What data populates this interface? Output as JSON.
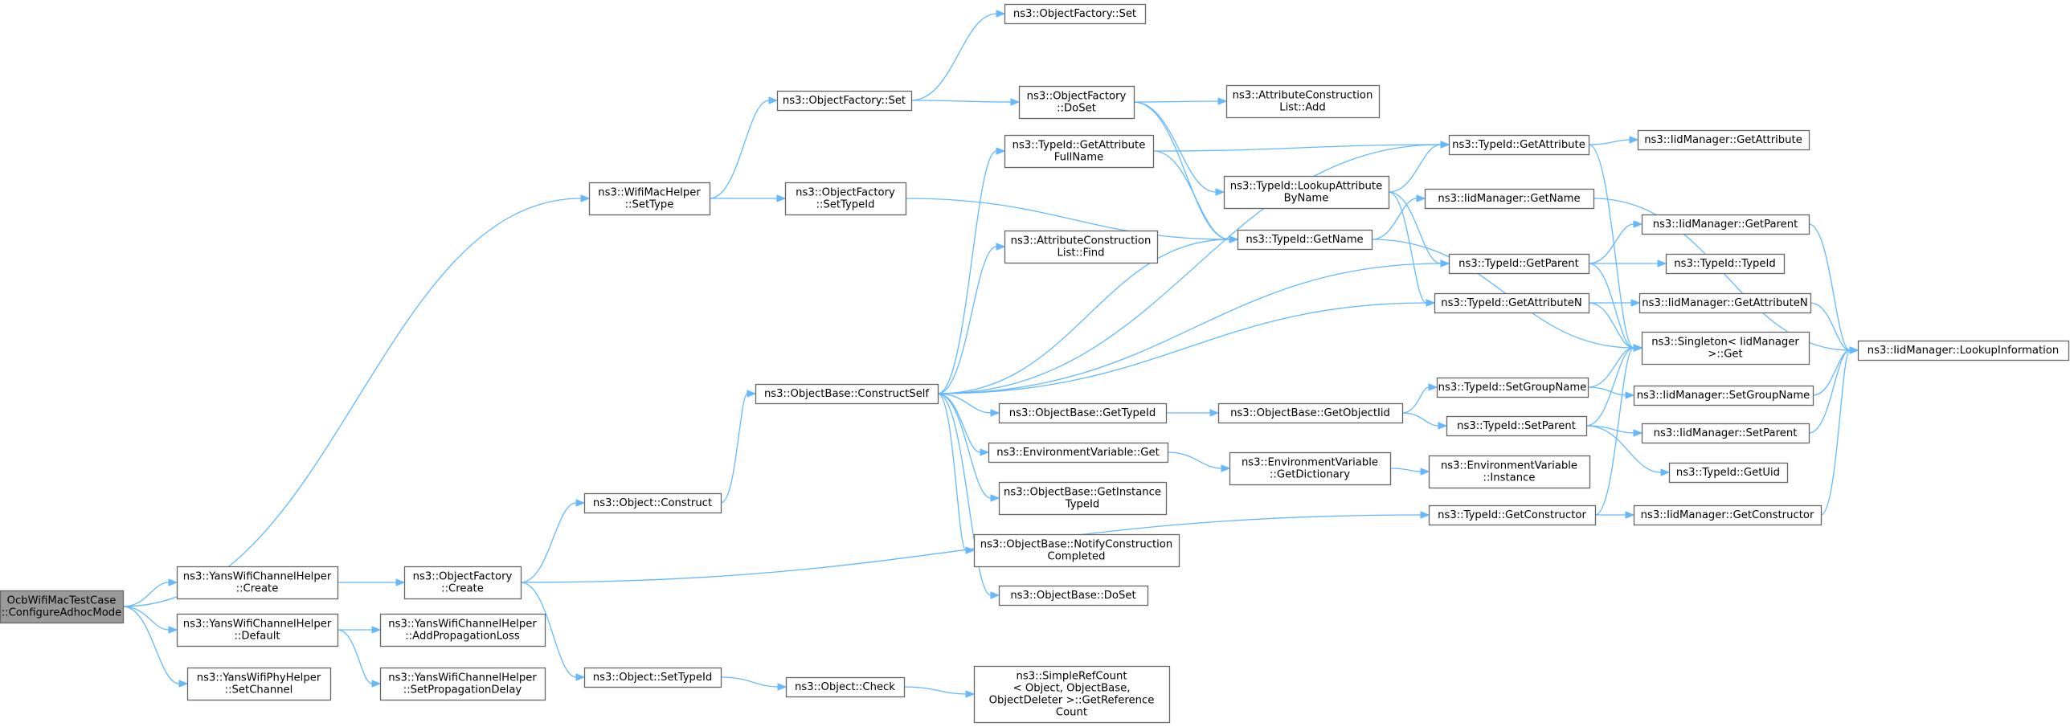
{
  "nodes": [
    {
      "id": "root",
      "lines": [
        "OcbWifiMacTestCase",
        "::ConfigureAdhocMode"
      ],
      "root": true
    },
    {
      "id": "wifiSetType",
      "lines": [
        "ns3::WifiMacHelper",
        "::SetType"
      ]
    },
    {
      "id": "ofSet2",
      "lines": [
        "ns3::ObjectFactory::Set"
      ]
    },
    {
      "id": "ofSet1",
      "lines": [
        "ns3::ObjectFactory::Set"
      ]
    },
    {
      "id": "ofSetTypeId",
      "lines": [
        "ns3::ObjectFactory",
        "::SetTypeId"
      ]
    },
    {
      "id": "ofDoSet",
      "lines": [
        "ns3::ObjectFactory",
        "::DoSet"
      ]
    },
    {
      "id": "acAdd",
      "lines": [
        "ns3::AttributeConstruction",
        "List::Add"
      ]
    },
    {
      "id": "tGetAttrFull",
      "lines": [
        "ns3::TypeId::GetAttribute",
        "FullName"
      ]
    },
    {
      "id": "tLookupAttr",
      "lines": [
        "ns3::TypeId::LookupAttribute",
        "ByName"
      ]
    },
    {
      "id": "tGetAttribute",
      "lines": [
        "ns3::TypeId::GetAttribute"
      ]
    },
    {
      "id": "imGetAttribute",
      "lines": [
        "ns3::IidManager::GetAttribute"
      ]
    },
    {
      "id": "imGetName",
      "lines": [
        "ns3::IidManager::GetName"
      ]
    },
    {
      "id": "tGetName",
      "lines": [
        "ns3::TypeId::GetName"
      ]
    },
    {
      "id": "acFind",
      "lines": [
        "ns3::AttributeConstruction",
        "List::Find"
      ]
    },
    {
      "id": "tGetParent",
      "lines": [
        "ns3::TypeId::GetParent"
      ]
    },
    {
      "id": "imGetParent",
      "lines": [
        "ns3::IidManager::GetParent"
      ]
    },
    {
      "id": "tTypeId",
      "lines": [
        "ns3::TypeId::TypeId"
      ]
    },
    {
      "id": "tGetAttrN",
      "lines": [
        "ns3::TypeId::GetAttributeN"
      ]
    },
    {
      "id": "imGetAttrN",
      "lines": [
        "ns3::IidManager::GetAttributeN"
      ]
    },
    {
      "id": "singleton",
      "lines": [
        "ns3::Singleton< IidManager",
        ">::Get"
      ]
    },
    {
      "id": "imLookup",
      "lines": [
        "ns3::IidManager::LookupInformation"
      ]
    },
    {
      "id": "obConstruct",
      "lines": [
        "ns3::ObjectBase::ConstructSelf"
      ]
    },
    {
      "id": "obGetTypeId",
      "lines": [
        "ns3::ObjectBase::GetTypeId"
      ]
    },
    {
      "id": "obGetObjectIid",
      "lines": [
        "ns3::ObjectBase::GetObjectIid"
      ]
    },
    {
      "id": "tSetGroupName",
      "lines": [
        "ns3::TypeId::SetGroupName"
      ]
    },
    {
      "id": "imSetGroupName",
      "lines": [
        "ns3::IidManager::SetGroupName"
      ]
    },
    {
      "id": "tSetParent",
      "lines": [
        "ns3::TypeId::SetParent"
      ]
    },
    {
      "id": "imSetParent",
      "lines": [
        "ns3::IidManager::SetParent"
      ]
    },
    {
      "id": "envGet",
      "lines": [
        "ns3::EnvironmentVariable::Get"
      ]
    },
    {
      "id": "envGetDict",
      "lines": [
        "ns3::EnvironmentVariable",
        "::GetDictionary"
      ]
    },
    {
      "id": "envInstance",
      "lines": [
        "ns3::EnvironmentVariable",
        "::Instance"
      ]
    },
    {
      "id": "tGetUid",
      "lines": [
        "ns3::TypeId::GetUid"
      ]
    },
    {
      "id": "obGetInstance",
      "lines": [
        "ns3::ObjectBase::GetInstance",
        "TypeId"
      ]
    },
    {
      "id": "objConstruct",
      "lines": [
        "ns3::Object::Construct"
      ]
    },
    {
      "id": "tGetConstructor",
      "lines": [
        "ns3::TypeId::GetConstructor"
      ]
    },
    {
      "id": "imGetConstructor",
      "lines": [
        "ns3::IidManager::GetConstructor"
      ]
    },
    {
      "id": "obNotify",
      "lines": [
        "ns3::ObjectBase::NotifyConstruction",
        "Completed"
      ]
    },
    {
      "id": "yansChCreate",
      "lines": [
        "ns3::YansWifiChannelHelper",
        "::Create"
      ]
    },
    {
      "id": "ofCreate",
      "lines": [
        "ns3::ObjectFactory",
        "::Create"
      ]
    },
    {
      "id": "obDoSet",
      "lines": [
        "ns3::ObjectBase::DoSet"
      ]
    },
    {
      "id": "yansChDefault",
      "lines": [
        "ns3::YansWifiChannelHelper",
        "::Default"
      ]
    },
    {
      "id": "yansAddLoss",
      "lines": [
        "ns3::YansWifiChannelHelper",
        "::AddPropagationLoss"
      ]
    },
    {
      "id": "yansPhySetCh",
      "lines": [
        "ns3::YansWifiPhyHelper",
        "::SetChannel"
      ]
    },
    {
      "id": "yansSetDelay",
      "lines": [
        "ns3::YansWifiChannelHelper",
        "::SetPropagationDelay"
      ]
    },
    {
      "id": "objSetTypeId",
      "lines": [
        "ns3::Object::SetTypeId"
      ]
    },
    {
      "id": "objCheck",
      "lines": [
        "ns3::Object::Check"
      ]
    },
    {
      "id": "simpleRef",
      "lines": [
        "ns3::SimpleRefCount",
        "< Object, ObjectBase,",
        "ObjectDeleter >::GetReference",
        "Count"
      ]
    }
  ],
  "edges": [
    [
      "root",
      "wifiSetType"
    ],
    [
      "root",
      "yansChCreate"
    ],
    [
      "root",
      "yansChDefault"
    ],
    [
      "root",
      "yansPhySetCh"
    ],
    [
      "wifiSetType",
      "ofSet2"
    ],
    [
      "wifiSetType",
      "ofSetTypeId"
    ],
    [
      "ofSet2",
      "ofSet1"
    ],
    [
      "ofSet2",
      "ofDoSet"
    ],
    [
      "ofDoSet",
      "acAdd"
    ],
    [
      "ofDoSet",
      "tLookupAttr"
    ],
    [
      "ofDoSet",
      "tGetName"
    ],
    [
      "ofSetTypeId",
      "tGetName"
    ],
    [
      "tGetAttrFull",
      "tGetAttribute"
    ],
    [
      "tGetAttrFull",
      "tGetName"
    ],
    [
      "tLookupAttr",
      "tGetAttribute"
    ],
    [
      "tLookupAttr",
      "tGetParent"
    ],
    [
      "tLookupAttr",
      "tGetAttrN"
    ],
    [
      "tGetAttribute",
      "imGetAttribute"
    ],
    [
      "tGetAttribute",
      "singleton"
    ],
    [
      "tGetName",
      "imGetName"
    ],
    [
      "tGetName",
      "singleton"
    ],
    [
      "imGetName",
      "imLookup"
    ],
    [
      "tGetParent",
      "imGetParent"
    ],
    [
      "tGetParent",
      "tTypeId"
    ],
    [
      "tGetParent",
      "singleton"
    ],
    [
      "imGetParent",
      "imLookup"
    ],
    [
      "tGetAttrN",
      "imGetAttrN"
    ],
    [
      "tGetAttrN",
      "singleton"
    ],
    [
      "imGetAttrN",
      "imLookup"
    ],
    [
      "obConstruct",
      "tGetAttribute"
    ],
    [
      "obConstruct",
      "tGetAttrFull"
    ],
    [
      "obConstruct",
      "acFind"
    ],
    [
      "obConstruct",
      "tGetName"
    ],
    [
      "obConstruct",
      "tGetParent"
    ],
    [
      "obConstruct",
      "tGetAttrN"
    ],
    [
      "obConstruct",
      "obGetTypeId"
    ],
    [
      "obConstruct",
      "envGet"
    ],
    [
      "obConstruct",
      "obGetInstance"
    ],
    [
      "obConstruct",
      "obNotify"
    ],
    [
      "obConstruct",
      "obDoSet"
    ],
    [
      "obGetTypeId",
      "obGetObjectIid"
    ],
    [
      "obGetObjectIid",
      "tSetGroupName"
    ],
    [
      "obGetObjectIid",
      "tSetParent"
    ],
    [
      "tSetGroupName",
      "singleton"
    ],
    [
      "tSetGroupName",
      "imSetGroupName"
    ],
    [
      "imSetGroupName",
      "imLookup"
    ],
    [
      "tSetParent",
      "singleton"
    ],
    [
      "tSetParent",
      "imSetParent"
    ],
    [
      "tSetParent",
      "tGetUid"
    ],
    [
      "imSetParent",
      "imLookup"
    ],
    [
      "envGet",
      "envGetDict"
    ],
    [
      "envGetDict",
      "envInstance"
    ],
    [
      "objConstruct",
      "obConstruct"
    ],
    [
      "tGetConstructor",
      "singleton"
    ],
    [
      "tGetConstructor",
      "imGetConstructor"
    ],
    [
      "imGetConstructor",
      "imLookup"
    ],
    [
      "yansChCreate",
      "ofCreate"
    ],
    [
      "ofCreate",
      "objConstruct"
    ],
    [
      "ofCreate",
      "tGetConstructor"
    ],
    [
      "ofCreate",
      "objSetTypeId"
    ],
    [
      "yansChDefault",
      "yansAddLoss"
    ],
    [
      "yansChDefault",
      "yansSetDelay"
    ],
    [
      "objSetTypeId",
      "objCheck"
    ],
    [
      "objCheck",
      "simpleRef"
    ]
  ]
}
